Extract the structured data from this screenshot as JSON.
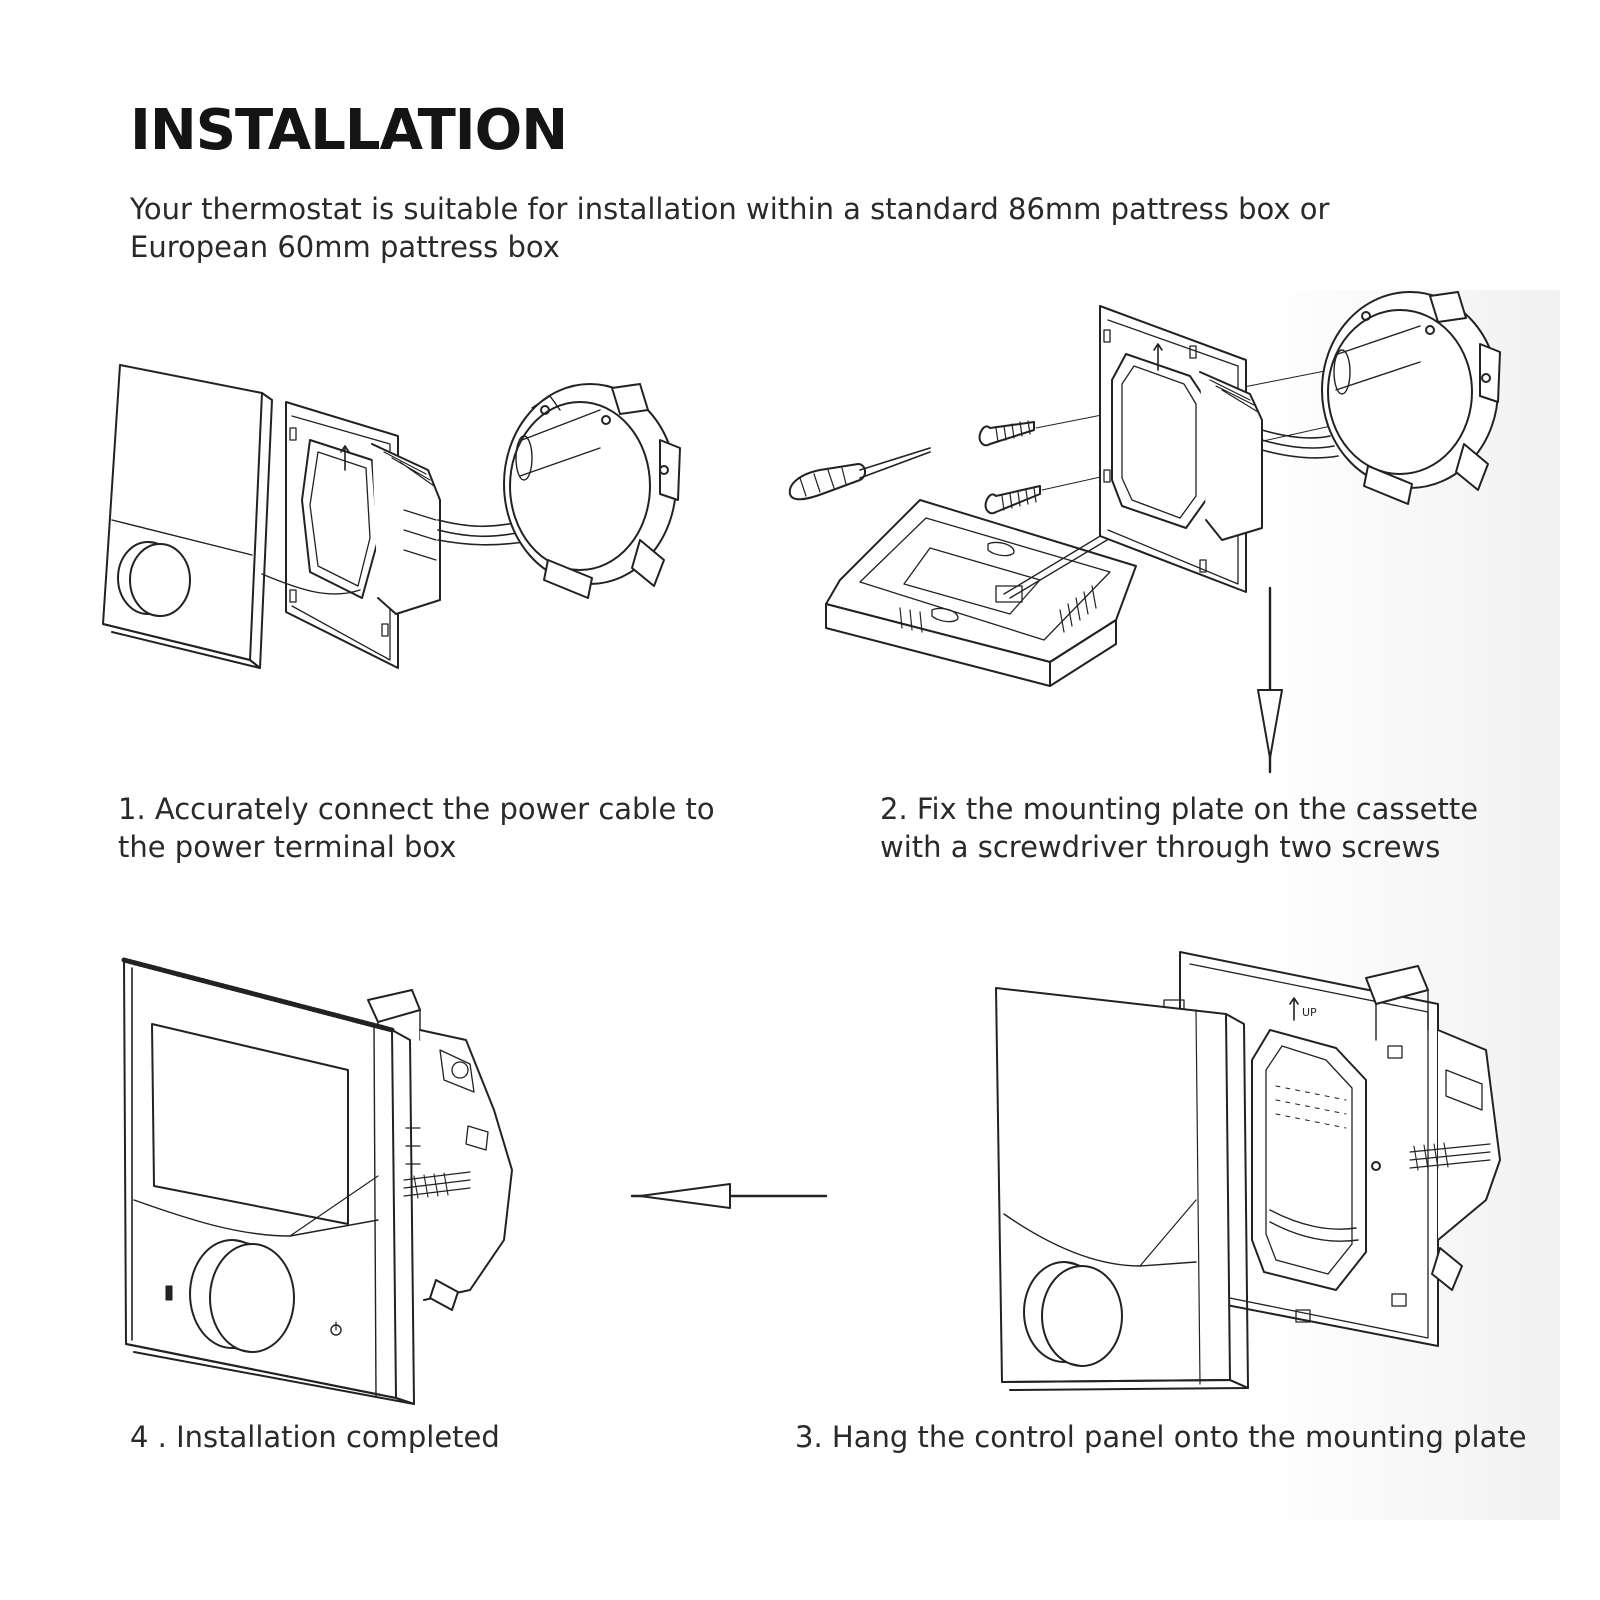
{
  "heading": "INSTALLATION",
  "intro": "Your thermostat is suitable for installation within a standard 86mm pattress box or European 60mm pattress box",
  "steps": [
    {
      "caption": "1. Accurately connect the power cable to the power terminal box"
    },
    {
      "caption": "2. Fix the mounting plate on the cassette with a screwdriver through two screws"
    },
    {
      "caption": "3. Hang the control panel onto the mounting plate"
    },
    {
      "caption": "4 . Installation completed"
    }
  ],
  "plate_marking": "UP"
}
